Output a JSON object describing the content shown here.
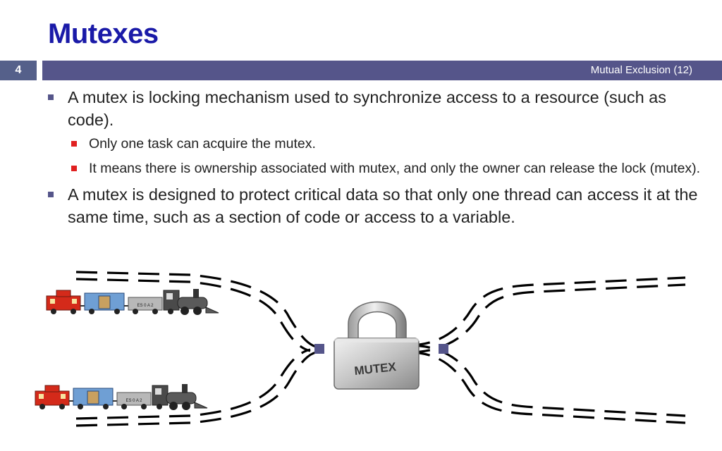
{
  "slide": {
    "title": "Mutexes",
    "number": "4",
    "section": "Mutual Exclusion (12)"
  },
  "bullets": [
    {
      "text": "A mutex is locking mechanism used to synchronize access to a resource (such as code).",
      "sub": [
        "Only one task can acquire the mutex.",
        "It means there is ownership associated with mutex, and only the owner can release the lock (mutex)."
      ]
    },
    {
      "text": "A mutex is designed to protect critical data so that only one thread can access it at the same time, such as a section of code or access to a variable."
    }
  ],
  "illustration": {
    "lock_label": "MUTEX",
    "train_plate": "ES 0 A 2",
    "colors": {
      "header_bar": "#55558a",
      "title": "#1a1aa8",
      "bullet_sub": "#e02020",
      "caboose": "#d42a1a",
      "boxcar": "#6f9fd4",
      "tender": "#b8b8b8",
      "engine": "#4a4a4a"
    }
  }
}
